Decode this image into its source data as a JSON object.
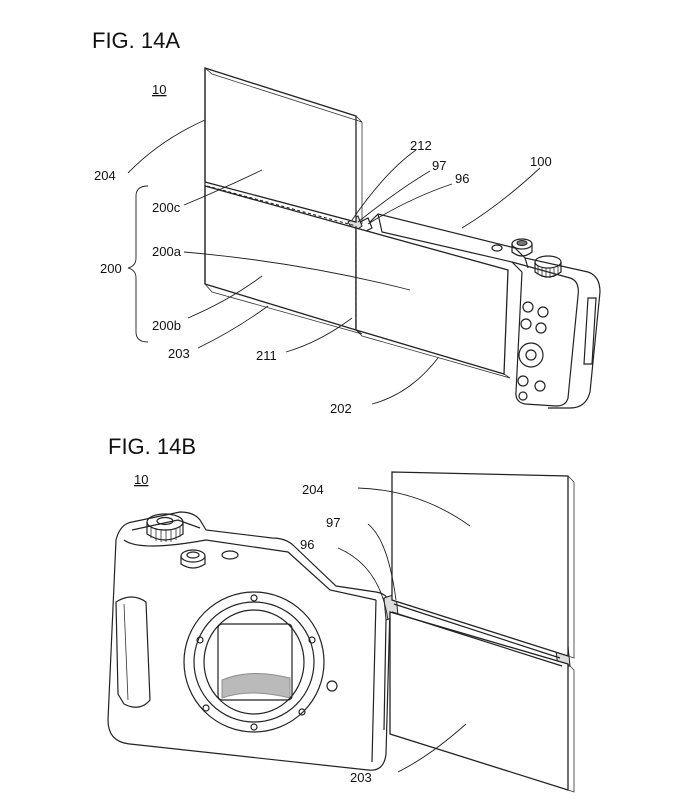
{
  "figures": [
    {
      "title": "FIG. 14A",
      "labels": {
        "l10": "10",
        "l204": "204",
        "l200c": "200c",
        "l200": "200",
        "l200a": "200a",
        "l200b": "200b",
        "l203": "203",
        "l211": "211",
        "l212": "212",
        "l97": "97",
        "l96": "96",
        "l100": "100",
        "l202": "202"
      }
    },
    {
      "title": "FIG. 14B",
      "labels": {
        "l10": "10",
        "l204": "204",
        "l97": "97",
        "l96": "96",
        "l203": "203"
      }
    }
  ],
  "colors": {
    "line": "#222222",
    "background": "#ffffff"
  }
}
